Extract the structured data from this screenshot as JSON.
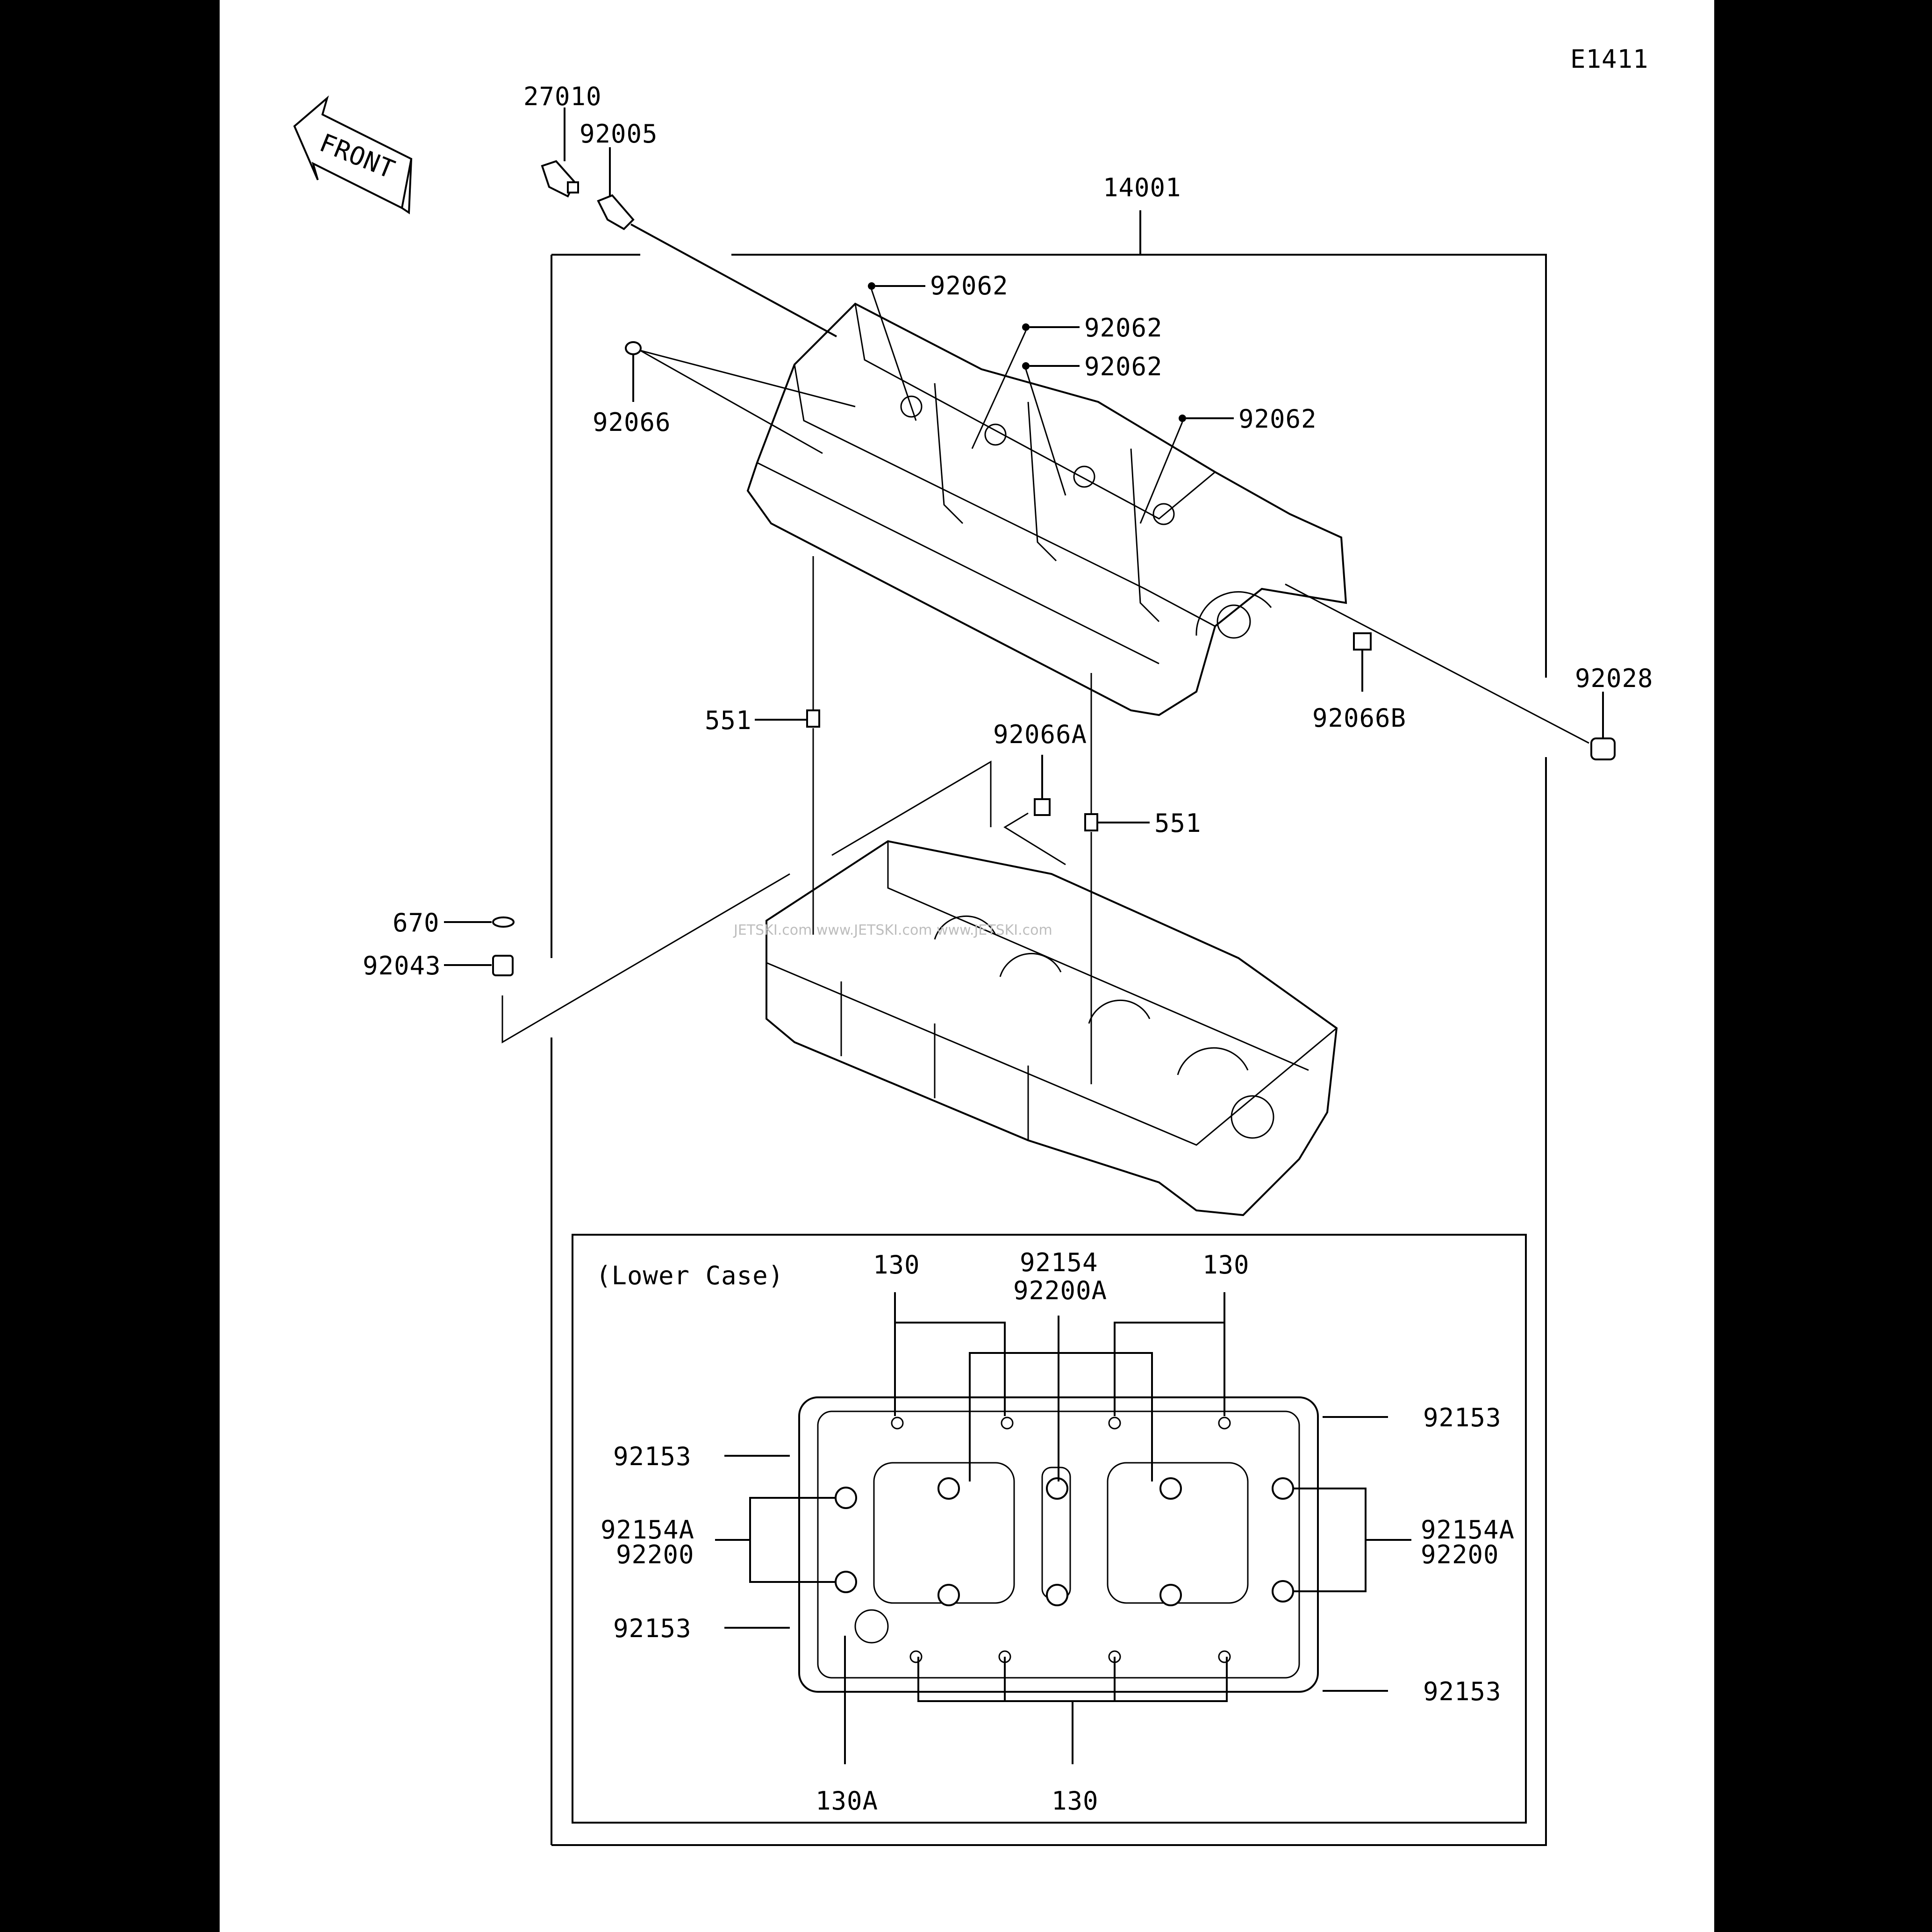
{
  "diagram_code": "E1411",
  "front_label": "FRONT",
  "section_label": "(Lower Case)",
  "watermark": "JETSKI.com  www.JETSKI.com  www.JETSKI.com",
  "parts": {
    "p27010": "27010",
    "p92005": "92005",
    "p14001": "14001",
    "p92062_a": "92062",
    "p92062_b": "92062",
    "p92062_c": "92062",
    "p92062_d": "92062",
    "p92066": "92066",
    "p92028": "92028",
    "p92066B": "92066B",
    "p551_a": "551",
    "p92066A": "92066A",
    "p551_b": "551",
    "p670": "670",
    "p92043": "92043"
  },
  "lower_case": {
    "p130_tl": "130",
    "p92154": "92154",
    "p92200A": "92200A",
    "p130_tr": "130",
    "p92153_tl": "92153",
    "p92153_tr": "92153",
    "p92154A_l": "92154A",
    "p92200_l": "92200",
    "p92154A_r": "92154A",
    "p92200_r": "92200",
    "p92153_bl": "92153",
    "p92153_br": "92153",
    "p130A": "130A",
    "p130_b": "130"
  }
}
